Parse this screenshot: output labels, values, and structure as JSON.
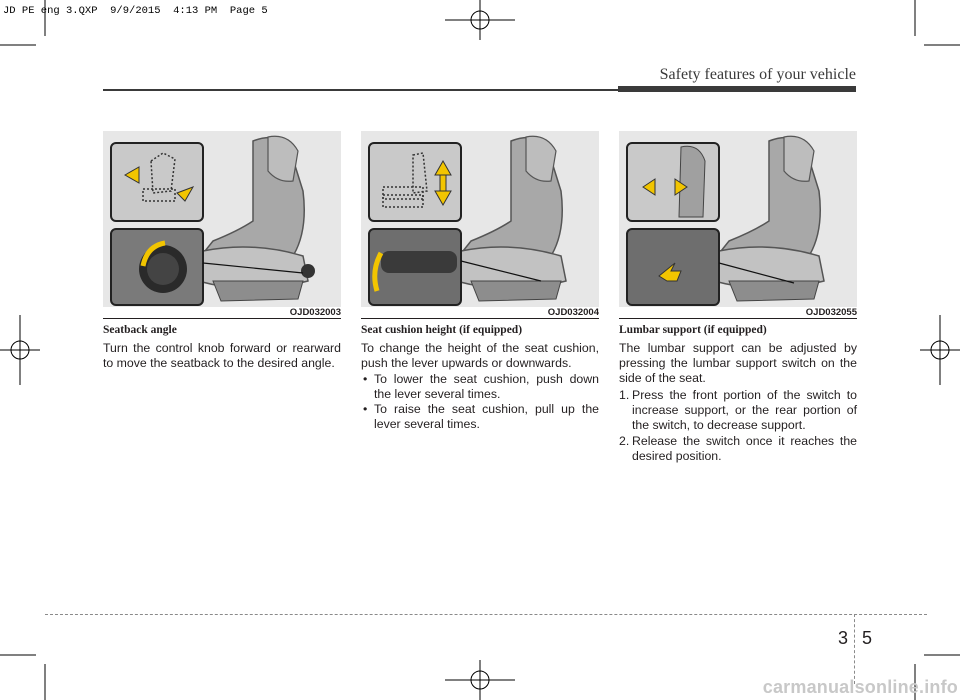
{
  "slug": "JD PE eng 3.QXP  9/9/2015  4:13 PM  Page 5",
  "section_title": "Safety features of your vehicle",
  "figures": [
    {
      "code": "OJD032003"
    },
    {
      "code": "OJD032004"
    },
    {
      "code": "OJD032055"
    }
  ],
  "col1": {
    "heading": "Seatback angle",
    "body": "Turn the control knob forward or rearward to move the seatback to the desired angle."
  },
  "col2": {
    "heading": "Seat cushion height (if equipped)",
    "body": "To change the height of the seat cushion, push the lever upwards or downwards.",
    "bullets": [
      "To lower the seat cushion, push down the lever several times.",
      "To raise the seat cushion, pull up the lever several times."
    ]
  },
  "col3": {
    "heading": "Lumbar support (if equipped)",
    "body": "The lumbar support can be adjusted by pressing the lumbar support switch on the side of the seat.",
    "steps": [
      {
        "num": "1.",
        "text": "Press the front portion of the switch to increase support, or the rear portion of the switch, to decrease support."
      },
      {
        "num": "2.",
        "text": "Release the switch once it reaches the desired position."
      }
    ]
  },
  "footer": {
    "chapter": "3",
    "page": "5"
  },
  "watermark": "carmanualsonline.info",
  "colors": {
    "arrow_yellow": "#f2c500",
    "seat_gray": "#9a9a9a",
    "figure_bg": "#e7e7e7",
    "text": "#231f20"
  }
}
